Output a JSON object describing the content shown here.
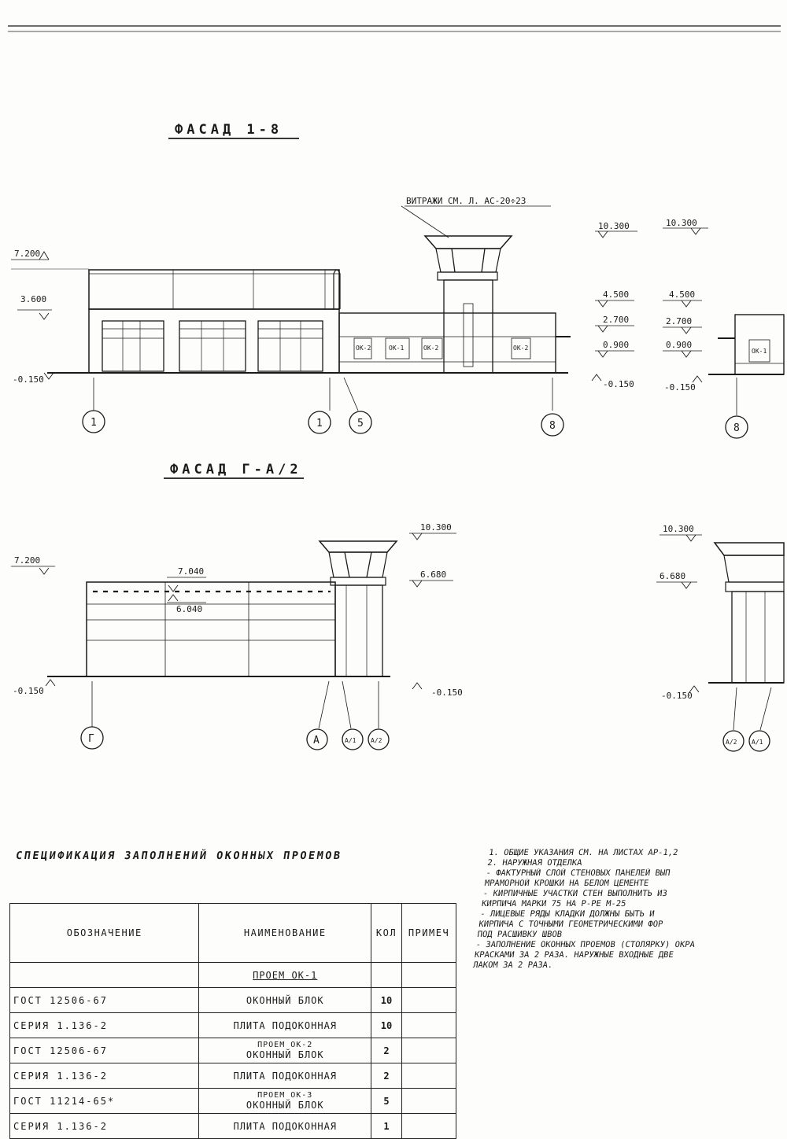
{
  "facade1": {
    "title": "ФАСАД 1-8",
    "vitrage_note": "ВИТРАЖИ СМ. Л. АС-20÷23",
    "elevations_left": [
      "7.200",
      "3.600",
      "-0.150"
    ],
    "elevations_right": [
      "10.300",
      "4.500",
      "2.700",
      "0.900",
      "-0.150"
    ],
    "elevations_far": [
      "10.300",
      "4.500",
      "2.700",
      "0.900",
      "-0.150"
    ],
    "axes": [
      "1",
      "1",
      "5",
      "8",
      "8"
    ],
    "window_marks": [
      "ОК-2",
      "ОК-1",
      "ОК-2",
      "ОК-2",
      "ОК-1"
    ]
  },
  "facade2": {
    "title": "ФАСАД Г-А/2",
    "elevations_left": [
      "7.200",
      "-0.150"
    ],
    "elevations_mid": [
      "7.040",
      "6.040"
    ],
    "elevations_right": [
      "10.300",
      "6.680",
      "-0.150"
    ],
    "elevations_far": [
      "10.300",
      "6.680",
      "-0.150"
    ],
    "axes": [
      "Г",
      "А",
      "А/1",
      "А/2",
      "А/2",
      "А/1"
    ]
  },
  "spec": {
    "title": "СПЕЦИФИКАЦИЯ ЗАПОЛНЕНИЙ ОКОННЫХ ПРОЕМОВ",
    "headers": [
      "ОБОЗНАЧЕНИЕ",
      "НАИМЕНОВАНИЕ",
      "КОЛ",
      "ПРИМЕЧ"
    ],
    "rows": [
      {
        "code": "",
        "sub": "",
        "name": "ПРОЕМ ОК-1",
        "qty": ""
      },
      {
        "code": "ГОСТ 12506-67",
        "sub": "",
        "name": "ОКОННЫЙ БЛОК",
        "qty": "10"
      },
      {
        "code": "СЕРИЯ 1.136-2",
        "sub": "",
        "name": "ПЛИТА ПОДОКОННАЯ",
        "qty": "10"
      },
      {
        "code": "ГОСТ 12506-67",
        "sub": "ПРОЕМ ОК-2",
        "name": "ОКОННЫЙ БЛОК",
        "qty": "2"
      },
      {
        "code": "СЕРИЯ 1.136-2",
        "sub": "",
        "name": "ПЛИТА ПОДОКОННАЯ",
        "qty": "2"
      },
      {
        "code": "ГОСТ 11214-65*",
        "sub": "ПРОЕМ ОК-3",
        "name": "ОКОННЫЙ БЛОК",
        "qty": "5"
      },
      {
        "code": "СЕРИЯ 1.136-2",
        "sub": "",
        "name": "ПЛИТА ПОДОКОННАЯ",
        "qty": "1"
      }
    ]
  },
  "notes": [
    "1. ОБЩИЕ УКАЗАНИЯ СМ. НА ЛИСТАХ АР-1,2",
    "2. НАРУЖНАЯ ОТДЕЛКА",
    "- ФАКТУРНЫЙ СЛОЙ СТЕНОВЫХ ПАНЕЛЕЙ ВЫП",
    "МРАМОРНОЙ КРОШКИ НА БЕЛОМ ЦЕМЕНТЕ",
    "- КИРПИЧНЫЕ УЧАСТКИ СТЕН ВЫПОЛНИТЬ ИЗ",
    "КИРПИЧА МАРКИ 75 НА Р-РЕ М-25",
    "- ЛИЦЕВЫЕ РЯДЫ КЛАДКИ ДОЛЖНЫ БЫТЬ И",
    "КИРПИЧА С ТОЧНЫМИ ГЕОМЕТРИЧЕСКИМИ ФОР",
    "ПОД РАСШИВКУ ШВОВ",
    "- ЗАПОЛНЕНИЕ ОКОННЫХ ПРОЕМОВ (СТОЛЯРКУ) ОКРА",
    "КРАСКАМИ ЗА 2 РАЗА. НАРУЖНЫЕ ВХОДНЫЕ ДВЕ",
    "ЛАКОМ ЗА 2 РАЗА."
  ]
}
